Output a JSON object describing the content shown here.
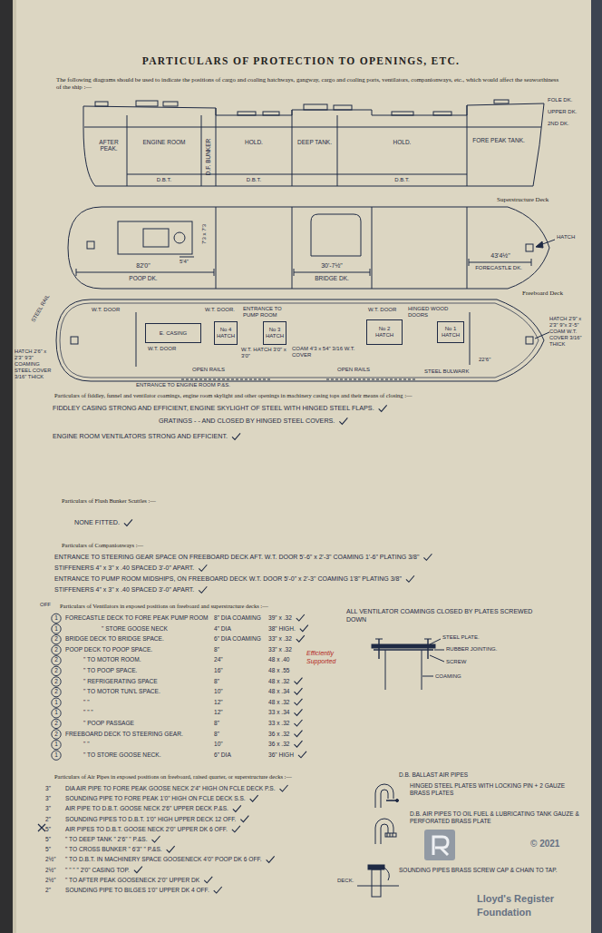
{
  "diagram": {
    "title": "PARTICULARS OF PROTECTION TO OPENINGS, ETC.",
    "nodes": [
      {
        "text": [
          "AFTER PEAK."
        ]
      },
      {
        "text": [
          "ENGINE ROOM",
          "D.B.T."
        ]
      },
      {
        "text": [
          "D.F. BUNKER"
        ]
      },
      {
        "text": [
          "HOLD.",
          "D.B.T."
        ]
      },
      {
        "text": [
          "DEEP TANK."
        ]
      },
      {
        "text": [
          "HOLD.",
          "D.B.T."
        ]
      },
      {
        "text": [
          "FORE PEAK TANK."
        ]
      },
      {
        "text": [
          "E. CASING"
        ]
      },
      {
        "text": [
          "No 4 HATCH"
        ]
      },
      {
        "text": [
          "No 3 HATCH"
        ]
      },
      {
        "text": [
          "No 2 HATCH"
        ]
      },
      {
        "text": [
          "No 1 HATCH"
        ]
      }
    ],
    "labels": [
      "The following diagrams should be used to indicate the positions of cargo and coaling hatchways, gangway, cargo and coaling ports, ventilators, companionways, etc., which would affect the seaworthiness of the ship :—",
      "FOLE DK.",
      "UPPER DK.",
      "2ND DK.",
      "Superstructure Deck",
      "HATCH",
      "7'3 x 7'3",
      "5'4\"",
      "82'0\"",
      "POOP DK.",
      "30'-7½\"",
      "BRIDGE DK.",
      "43'4½\"",
      "FORECASTLE DK.",
      "Freeboard Deck",
      "STEEL RAIL",
      "W.T. DOOR",
      "W.T. DOOR.",
      "ENTRANCE TO PUMP ROOM",
      "W.T. DOOR",
      "HINGED WOOD DOORS",
      "W.T. DOOR",
      "W.T. HATCH 3'0\" x 3'0\"",
      "COAM 4'3 x 54\" 3/16 W.T. COVER",
      "OPEN RAILS",
      "OPEN RAILS",
      "22'6\"",
      "STEEL BULWARK",
      "ENTRANCE TO ENGINE ROOM P.&S.",
      "HATCH 2'6\" x 2'3\" 9'3\" COAMING STEEL COVER 3/16\" THICK",
      "HATCH 2'9\" x 2'3\" 9\"x 3'-5\" COAM W.T. COVER 3/16\" THICK",
      "Particulars of fiddley, funnel and ventilator coamings, engine room skylight and other openings in machinery casing tops and their means of closing :—",
      "FIDDLEY CASING STRONG AND EFFICIENT, ENGINE SKYLIGHT OF STEEL WITH HINGED STEEL FLAPS.",
      "GRATINGS - - AND CLOSED BY HINGED STEEL COVERS.",
      "ENGINE ROOM VENTILATORS STRONG AND EFFICIENT.",
      "Particulars of Flush Bunker Scuttles :—",
      "NONE FITTED.",
      "Particulars of Companionways :—",
      "ENTRANCE TO STEERING GEAR SPACE ON FREEBOARD DECK AFT. W.T. DOOR 5'-6\" x 2'-3\" COAMING 1'-6\" PLATING 3/8\"",
      "STIFFENERS 4\" x 3\" x .40 SPACED 3'-0\" APART.",
      "ENTRANCE TO PUMP ROOM MIDSHIPS, ON FREEBOARD DECK W.T. DOOR 5'-0\" x 2'-3\" COAMING 1'8\" PLATING 3/8\"",
      "STIFFENERS 4\" x 3\" x .40 SPACED 3'-0\" APART.",
      "OFF",
      "Particulars of Ventilators in exposed positions on freeboard and superstructure decks :—",
      "1",
      "FORECASTLE DECK TO FORE PEAK PUMP ROOM",
      "8\" DIA COAMING",
      "39\" x .32",
      "1",
      "\" STORE GOOSE NECK",
      "4\" DIA",
      "38\" HIGH.",
      "2",
      "BRIDGE DECK TO BRIDGE SPACE.",
      "6\" DIA COAMING",
      "33\" x .32",
      "2",
      "POOP DECK TO POOP SPACE.",
      "8\"",
      "33\" x .32",
      "2",
      "\" TO MOTOR ROOM.",
      "24\"",
      "48 x .40",
      "2",
      "\" TO POOP SPACE.",
      "16\"",
      "48 x .55",
      "2",
      "\" REFRIGERATING SPACE",
      "8\"",
      "48 x .32",
      "2",
      "\" TO MOTOR TUN'L SPACE.",
      "10\"",
      "48 x .34",
      "1",
      "\" \"",
      "12\"",
      "48 x .32",
      "1",
      "\" \" \"",
      "12\"",
      "33 x .34",
      "2",
      "\" POOP PASSAGE",
      "8\"",
      "33 x .32",
      "2",
      "FREEBOARD DECK TO STEERING GEAR.",
      "8\"",
      "36 x .32",
      "1",
      "\" \"",
      "10\"",
      "36 x .32",
      "1",
      "\" TO STORE GOOSE NECK.",
      "6\" DIA",
      "36\" HIGH",
      "ALL VENTILATOR COAMINGS CLOSED BY PLATES SCREWED DOWN",
      "STEEL PLATE.",
      "RUBBER JOINTING.",
      "SCREW",
      "COAMING",
      "Efficiently Supported",
      "Particulars of Air Pipes in exposed positions on freeboard, raised quarter, or superstructure decks :—",
      "3\"",
      "DIA AIR PIPE TO FORE PEAK GOOSE NECK 2'4\" HIGH ON FCLE DECK P.S.",
      "3\"",
      "SOUNDING PIPE TO FORE PEAK 1'0\" HIGH ON FCLE DECK S.S.",
      "3\"",
      "AIR PIPE TO D.B.T. GOOSE NECK 2'6\" UPPER DECK P.&S.",
      "2\"",
      "SOUNDING PIPES TO D.B.T. 1'0\" HIGH UPPER DECK 12 OFF.",
      "5\"",
      "AIR PIPES TO D.B.T. GOOSE NECK 2'0\" UPPER DK 6 OFF.",
      "5\"",
      "\" TO DEEP TANK \" 2'6\" \" P.&S.",
      "5\"",
      "\" TO CROSS BUNKER \" 6'3\" \" P.&S.",
      "2½\"",
      "\" TO D.B.T. IN MACHINERY SPACE GOOSENECK 4'0\" POOP DK 6 OFF.",
      "2½\"",
      "\" \" \" \" 2'0\" CASING TOP.",
      "2½\"",
      "\" TO AFTER PEAK GOOSENECK 2'0\" UPPER DK",
      "2\"",
      "SOUNDING PIPE TO BILGES 1'0\" UPPER DK 4 OFF.",
      "D.B. BALLAST AIR PIPES",
      "HINGED STEEL PLATES WITH LOCKING PIN + 2 GAUZE BRASS PLATES",
      "D.B. AIR PIPES TO OIL FUEL & LUBRICATING TANK GAUZE & PERFORATED BRASS PLATE",
      "DECK.",
      "SOUNDING PIPES BRASS SCREW CAP & CHAIN TO TAP.",
      "© 2021",
      "Lloyd's Register",
      "Foundation"
    ]
  }
}
